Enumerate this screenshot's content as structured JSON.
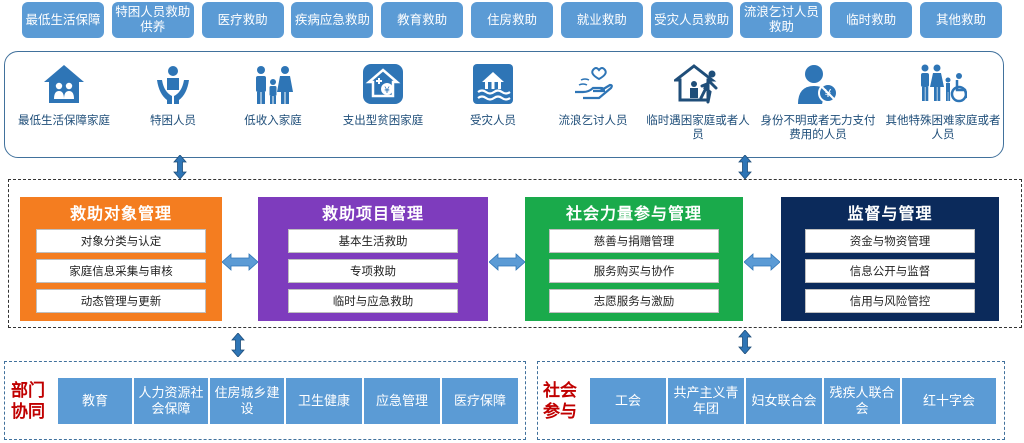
{
  "top_tags": [
    "最低生活保障",
    "特困人员救助供养",
    "医疗救助",
    "疾病应急救助",
    "教育救助",
    "住房救助",
    "就业救助",
    "受灾人员救助",
    "流浪乞讨人员救助",
    "临时救助",
    "其他救助"
  ],
  "targets": [
    {
      "label": "最低生活保障家庭",
      "icon": "family-home-icon"
    },
    {
      "label": "特困人员",
      "icon": "hands-support-icon"
    },
    {
      "label": "低收入家庭",
      "icon": "family-people-icon"
    },
    {
      "label": "支出型贫困家庭",
      "icon": "house-money-icon"
    },
    {
      "label": "受灾人员",
      "icon": "disaster-flood-icon"
    },
    {
      "label": "流浪乞讨人员",
      "icon": "hand-heart-icon"
    },
    {
      "label": "临时遇困家庭或者人员",
      "icon": "house-running-person-icon"
    },
    {
      "label": "身份不明或者无力支付费用的人员",
      "icon": "person-no-money-icon"
    },
    {
      "label": "其他特殊困难家庭或者人员",
      "icon": "disabled-family-icon"
    }
  ],
  "management": [
    {
      "title": "救助对象管理",
      "color": "#f47d20",
      "items": [
        "对象分类与认定",
        "家庭信息采集与审核",
        "动态管理与更新"
      ]
    },
    {
      "title": "救助项目管理",
      "color": "#7e3cbd",
      "items": [
        "基本生活救助",
        "专项救助",
        "临时与应急救助"
      ]
    },
    {
      "title": "社会力量参与管理",
      "color": "#1aaa4b",
      "items": [
        "慈善与捐赠管理",
        "服务购买与协作",
        "志愿服务与激励"
      ]
    },
    {
      "title": "监督与管理",
      "color": "#0b2a5b",
      "items": [
        "资金与物资管理",
        "信息公开与监督",
        "信用与风险管控"
      ]
    }
  ],
  "departments": {
    "title": "部门协同",
    "items": [
      "教育",
      "人力资源社会保障",
      "住房城乡建设",
      "卫生健康",
      "应急管理",
      "医疗保障"
    ]
  },
  "social": {
    "title": "社会参与",
    "items": [
      "工会",
      "共产主义青年团",
      "妇女联合会",
      "残疾人联合会",
      "红十字会"
    ]
  },
  "colors": {
    "tag_blue": "#5b9bd5",
    "icon_blue": "#2e75b6",
    "label_blue": "#1f4e79",
    "title_red": "#c00000"
  }
}
